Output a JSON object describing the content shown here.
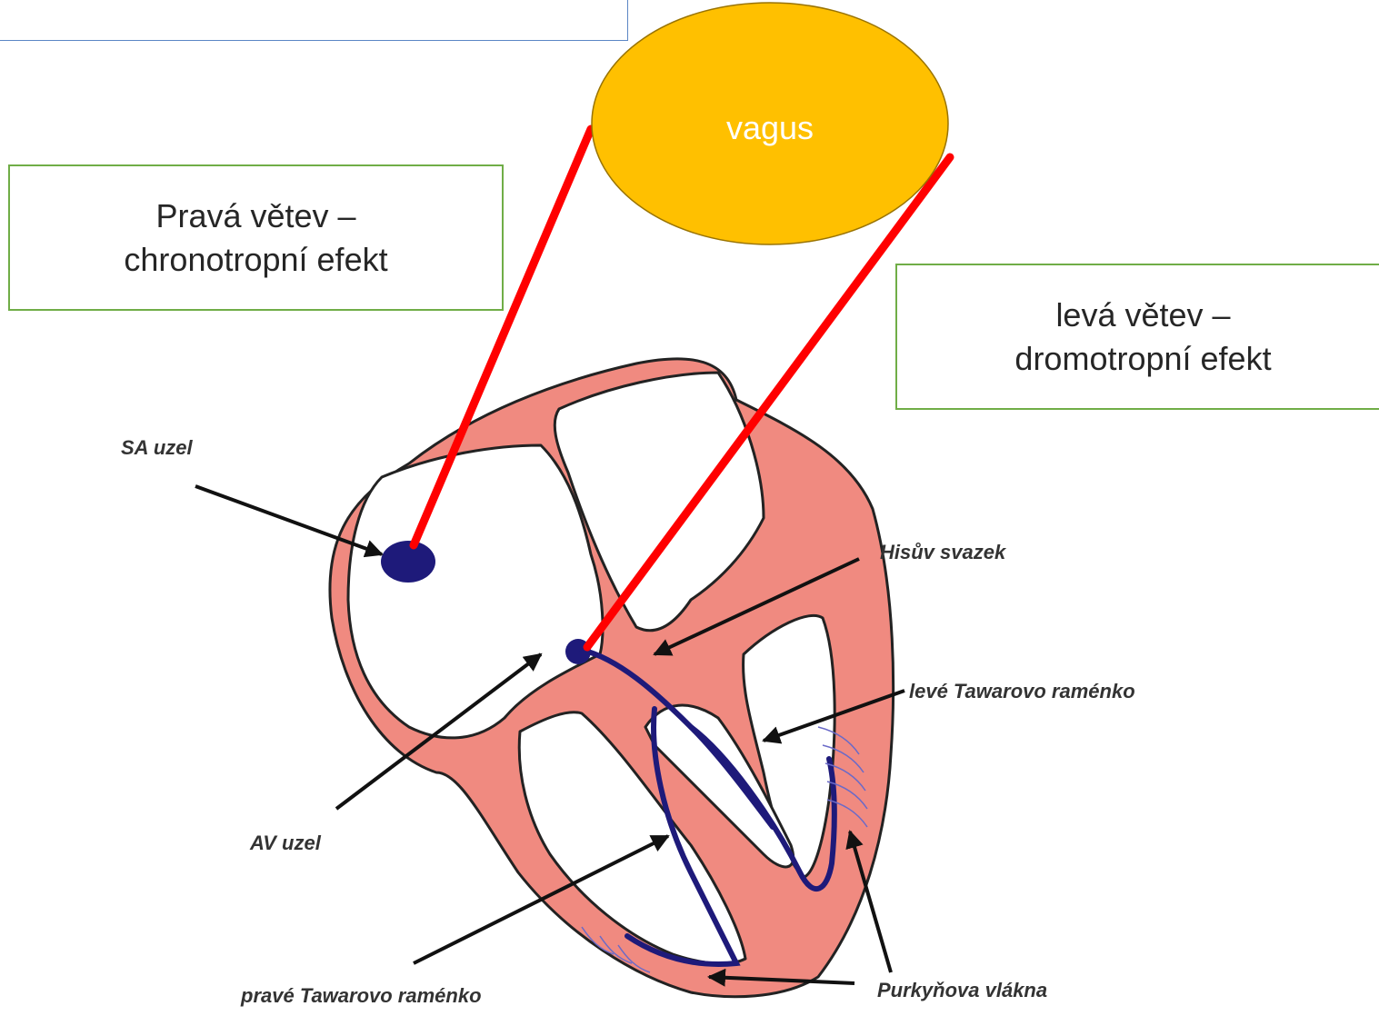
{
  "vagus": {
    "label": "vagus",
    "fill": "#FFC000"
  },
  "right_branch": {
    "line1": "Pravá větev –",
    "line2": "chronotropní efekt",
    "border": "#70AD47"
  },
  "left_branch": {
    "line1": "levá větev –",
    "line2": "dromotropní efekt",
    "border": "#70AD47"
  },
  "labels": {
    "sa_node": "SA uzel",
    "his_bundle": "Hisův svazek",
    "left_bundle": "levé Tawarovo raménko",
    "av_node": "AV uzel",
    "right_bundle": "pravé Tawarovo raménko",
    "purkinje": "Purkyňova vlákna"
  },
  "colors": {
    "heart_wall": "#F08A80",
    "conduction": "#1E1A7A",
    "nerve_line": "#FF0000",
    "top_box_border": "#5B87C5"
  }
}
